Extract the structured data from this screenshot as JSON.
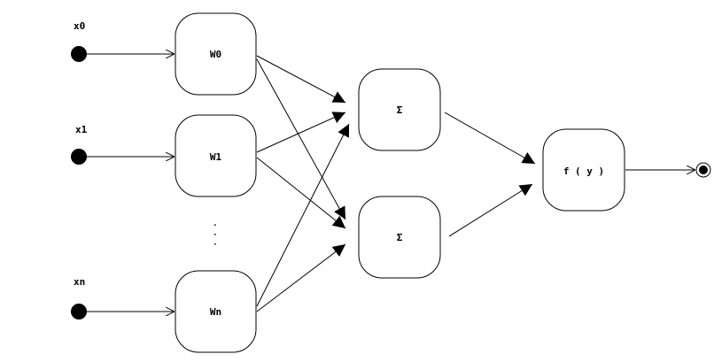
{
  "inputs": [
    {
      "label": "x0"
    },
    {
      "label": "x1"
    },
    {
      "label": "xn"
    }
  ],
  "weights": [
    {
      "label": "W0"
    },
    {
      "label": "W1"
    },
    {
      "label": "Wn"
    }
  ],
  "ellipsis": ". . .",
  "sums": [
    {
      "label": "Σ"
    },
    {
      "label": "Σ"
    }
  ],
  "activation": {
    "label": "f ( y )"
  }
}
